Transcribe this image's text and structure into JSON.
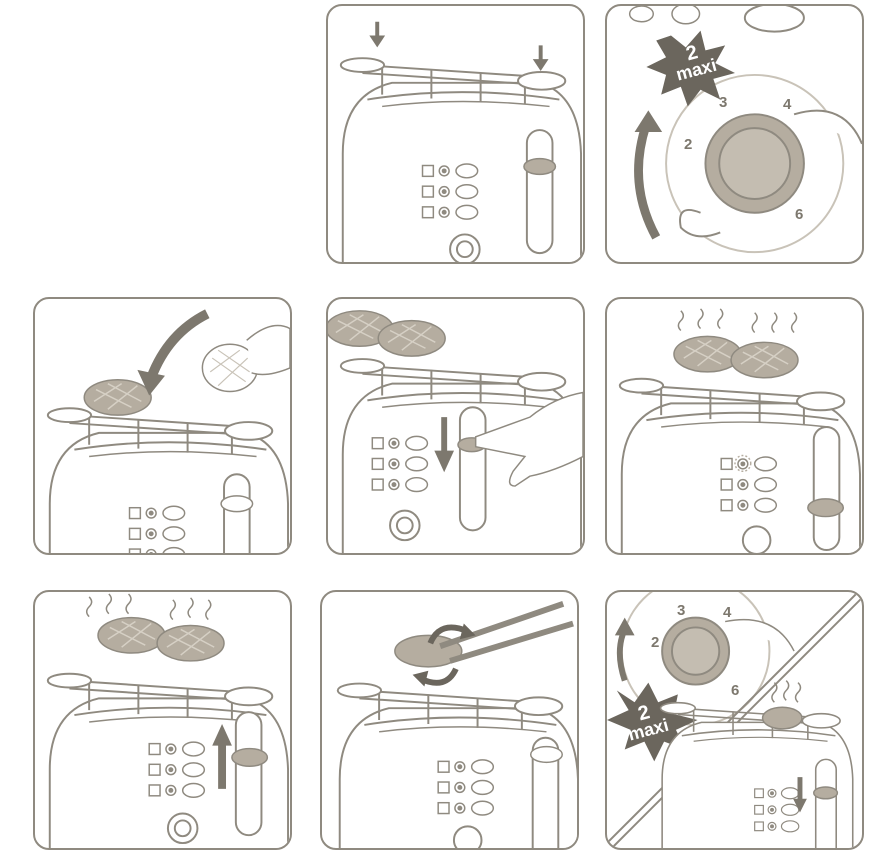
{
  "badges": [
    {
      "number": "2",
      "word": "maxi"
    },
    {
      "number": "2",
      "word": "maxi"
    }
  ],
  "dial_top": {
    "n3": "3",
    "n4": "4",
    "n2": "2",
    "n6": "6"
  },
  "dial_bottom": {
    "n3": "3",
    "n4": "4",
    "n2": "2",
    "n6": "6"
  },
  "colors": {
    "stroke": "#8f8a80",
    "fill": "#b5ada0",
    "badge": "#6b665d",
    "arrow": "#7d786e"
  }
}
